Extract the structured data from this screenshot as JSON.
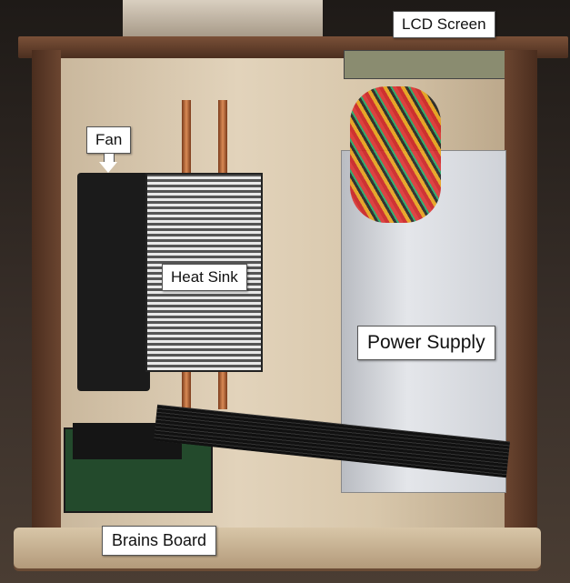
{
  "labels": {
    "lcd_screen": "LCD Screen",
    "fan": "Fan",
    "heat_sink": "Heat Sink",
    "power_supply": "Power Supply",
    "brains_board": "Brains Board"
  },
  "colors": {
    "wood_dark": "#5a3826",
    "plywood": "#d8c7ab",
    "label_bg": "#ffffff"
  }
}
